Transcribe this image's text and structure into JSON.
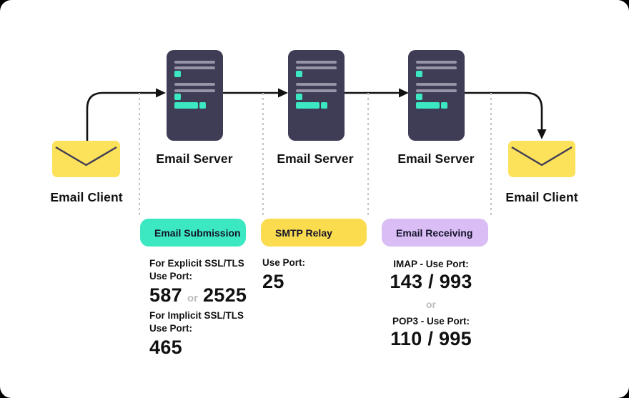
{
  "colors": {
    "background": "#ffffff",
    "outside": "#000000",
    "server_body": "#3F3D56",
    "server_line": "#9795A8",
    "accent_teal": "#3BE8C2",
    "envelope_yellow": "#FCE15B",
    "badge_yellow": "#FBDC4E",
    "badge_purple": "#D9BDF4",
    "arrow": "#111111",
    "text": "#111111",
    "muted": "#BDBDBD"
  },
  "clients": {
    "left": {
      "label": "Email Client"
    },
    "right": {
      "label": "Email Client"
    }
  },
  "servers": [
    {
      "label": "Email Server"
    },
    {
      "label": "Email Server"
    },
    {
      "label": "Email Server"
    }
  ],
  "sections": [
    {
      "badge": "Email Submission",
      "explicit": {
        "line1": "For Explicit SSL/TLS",
        "line2": "Use Port:",
        "port1": "587",
        "conjunction": "or",
        "port2": "2525"
      },
      "implicit": {
        "line1": "For Implicit SSL/TLS",
        "line2": "Use Port:",
        "port": "465"
      }
    },
    {
      "badge": "SMTP Relay",
      "use_port_label": "Use Port:",
      "port": "25"
    },
    {
      "badge": "Email Receiving",
      "imap": {
        "label": "IMAP - Use Port:",
        "ports": "143 / 993"
      },
      "conjunction": "or",
      "pop3": {
        "label": "POP3 - Use Port:",
        "ports": "110 / 995"
      }
    }
  ]
}
